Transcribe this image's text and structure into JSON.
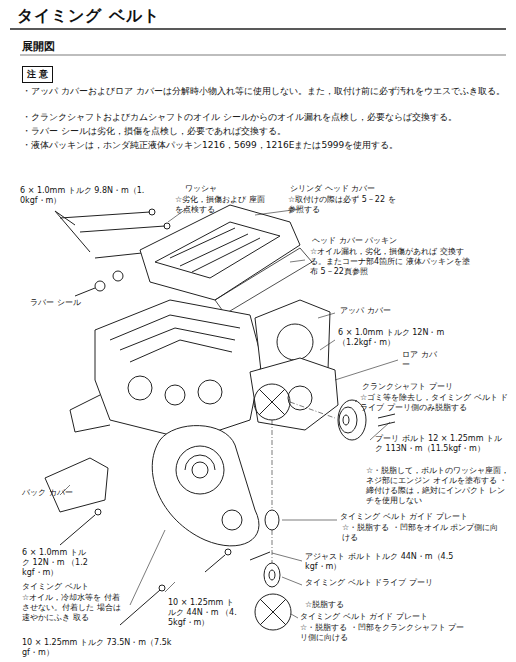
{
  "diagram": {
    "title": "タイミング ベルト",
    "nodes": [
      {
        "text": [
          "注 意"
        ]
      }
    ],
    "labels": [
      "展開図",
      "・アッパ カバーおよびロア カバーは分解時小物入れ等に使用しない。また，取付け前に必ず汚れをウエスでふき取る。",
      "・クランクシャフトおよびカムシャフトのオイル シールからのオイル漏れを点検し，必要ならば交換する。",
      "・ラバー シールは劣化，損傷を点検し，必要であれば交換する。",
      "・液体パッキンは，ホンダ純正液体パッキン1216，5699，1216Eまたは5999を使用する。",
      "6 × 1.0mm トルク 9.8N・m（1.0kgf・m）",
      "ワッシャ",
      "☆劣化，損傷および 座面を点検する",
      "シリンダ ヘッド カバー",
      "☆取付けの際は必ず 5－22 を参照する",
      "ヘッド カバー パッキン",
      "☆オイル漏れ，劣化，損傷があれば 交換する。またコーナ部4箇所に 液体パッキンを塗布 5－22頁参照",
      "ラバー シール",
      "アッパ カバー",
      "6 × 1.0mm トルク 12N・m（1.2kgf・m）",
      "ロア カバー",
      "クランクシャフト プーリ",
      "☆ゴミ等を除去し，タイミング ベルト ドライブ プーリ側のみ脱脂する",
      "プーリ ボルト 12 × 1.25mm トルク 113N・m（11.5kgf・m）",
      "☆・脱脂して，ボルトのワッシャ座面，ネジ部にエンジン オイルを塗布する ・締付ける際は，絶対にインパクト レンチを使用しない",
      "バック カバー",
      "6 × 1.0mm トルク 12N・m （1.2kgf・m）",
      "タイミング ベルト ガイド プレート",
      "☆・脱脂する ・凹部をオイル ポンプ側に向ける",
      "アジャスト ボルト トルク 44N・m（4.5kgf・m）",
      "タイミング ベルト",
      "☆オイル，冷却水等を 付着させない。付着した 場合は速やかにふき 取る",
      "10 × 1.25mm トルク 44N・m （4.5kgf・m）",
      "タイミング ベルト ドライブ プーリ",
      "☆脱脂する",
      "10 × 1.25mm トルク 73.5N・m（7.5kgf・m）",
      "タイミング ベルト ガイド プレート",
      "☆・脱脂する ・凹部をクランクシャフト プーリ側に向ける"
    ]
  }
}
